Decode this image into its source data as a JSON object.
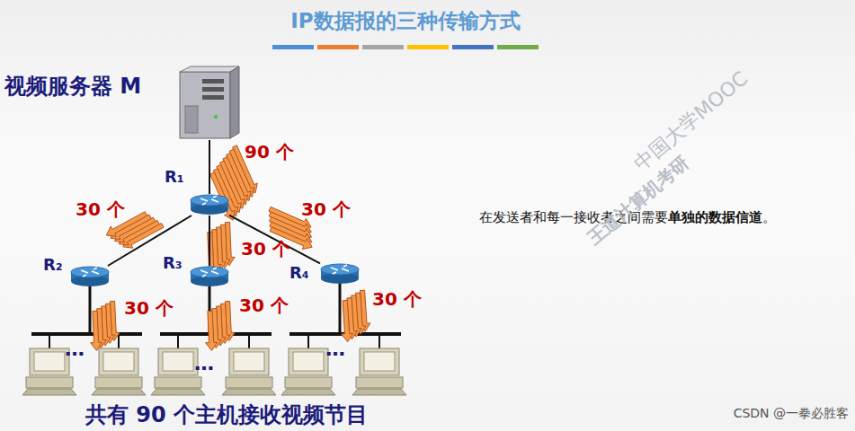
{
  "diagram": {
    "title": "IP数据报的三种传输方式",
    "nodes": [
      {
        "text": [
          "视频服务器 M"
        ]
      },
      {
        "text": [
          "R₁"
        ]
      },
      {
        "text": [
          "R₂"
        ]
      },
      {
        "text": [
          "R₃"
        ]
      },
      {
        "text": [
          "R₄"
        ]
      }
    ],
    "edges": [
      {
        "from": 0,
        "to": 1,
        "arrow": "none"
      },
      {
        "from": 1,
        "to": 2,
        "arrow": "none"
      },
      {
        "from": 1,
        "to": 3,
        "arrow": "none"
      },
      {
        "from": 1,
        "to": 4,
        "arrow": "none"
      }
    ],
    "labels": [
      "90 个",
      "30 个",
      "30 个",
      "30 个",
      "30 个",
      "30 个",
      "30 个",
      "…",
      "…",
      "…",
      "共有 90 个主机接收视频节目",
      "在发送者和每一接收者之间需要",
      "单独的数据信道",
      "。",
      "CSDN @一拳必胜客",
      "王道计算机考研",
      "中国大学MOOC"
    ]
  }
}
